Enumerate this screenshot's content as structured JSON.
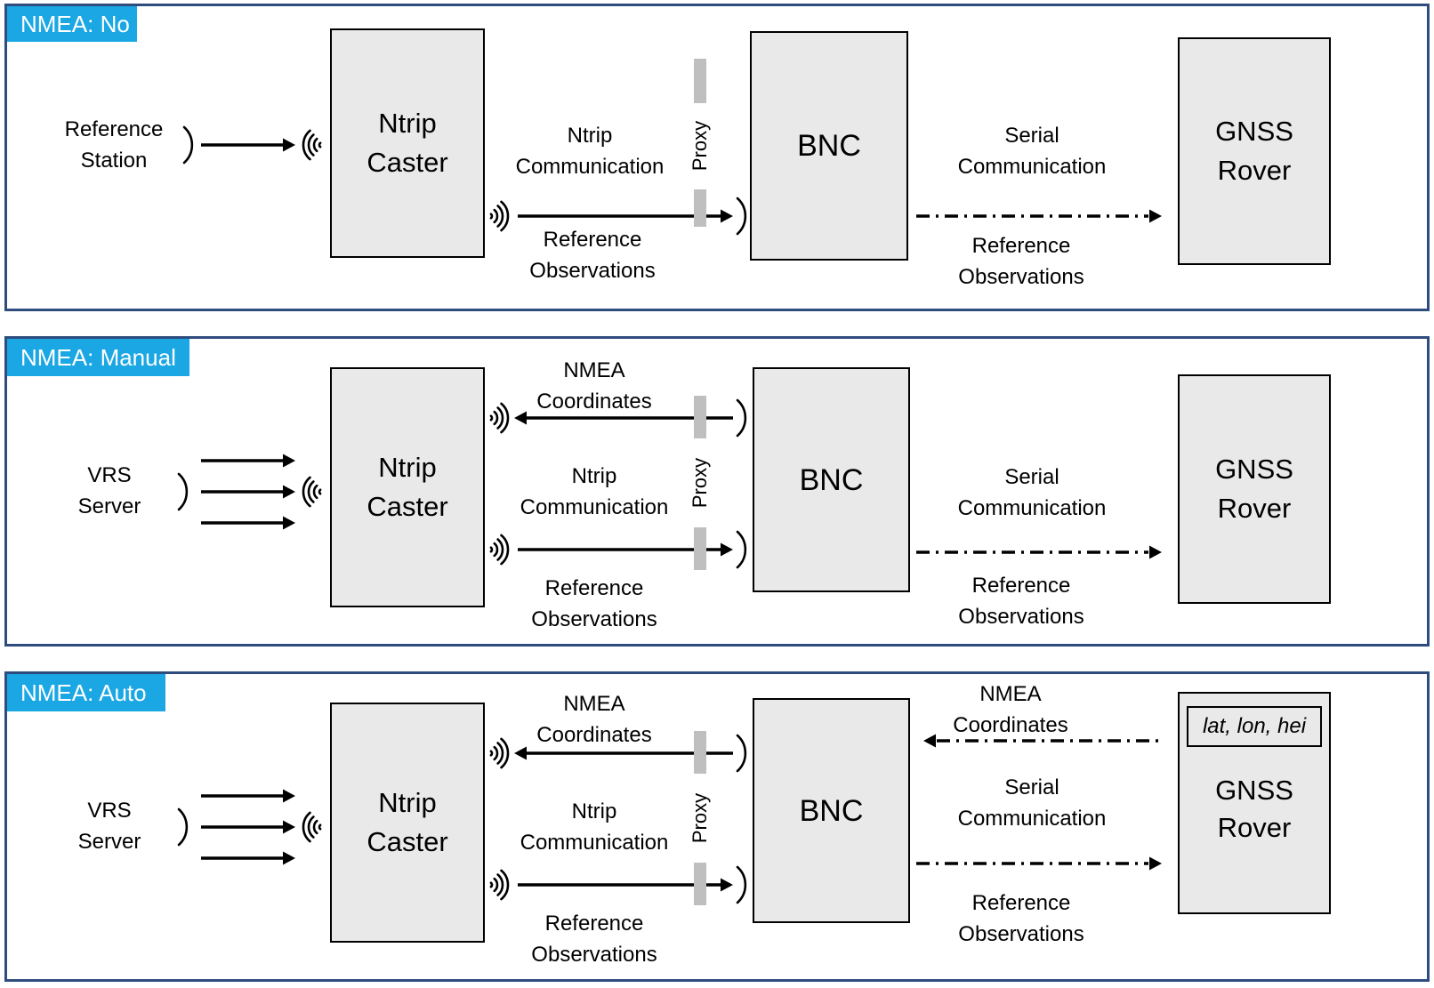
{
  "colors": {
    "badge_bg": "#1BA7E3",
    "badge_text": "#FFFFFF",
    "panel_border": "#2E4D7E",
    "box_fill": "#E9E9E9",
    "box_border": "#000000",
    "proxy_bar": "#BFBFBF",
    "diagram_text": "#000000"
  },
  "panels": [
    {
      "badge": "NMEA: No",
      "source": {
        "line1": "Reference",
        "line2": "Station"
      },
      "caster": {
        "line1": "Ntrip",
        "line2": "Caster"
      },
      "bnc": "BNC",
      "proxy": "Proxy",
      "ntrip_comm": {
        "line1": "Ntrip",
        "line2": "Communication"
      },
      "ref_obs_mid": {
        "line1": "Reference",
        "line2": "Observations"
      },
      "serial": {
        "line1": "Serial",
        "line2": "Communication"
      },
      "ref_obs_right": {
        "line1": "Reference",
        "line2": "Observations"
      },
      "rover": {
        "line1": "GNSS",
        "line2": "Rover"
      }
    },
    {
      "badge": "NMEA: Manual",
      "source": {
        "line1": "VRS",
        "line2": "Server"
      },
      "nmea_mid": {
        "line1": "NMEA",
        "line2": "Coordinates"
      },
      "caster": {
        "line1": "Ntrip",
        "line2": "Caster"
      },
      "bnc": "BNC",
      "proxy": "Proxy",
      "ntrip_comm": {
        "line1": "Ntrip",
        "line2": "Communication"
      },
      "ref_obs_mid": {
        "line1": "Reference",
        "line2": "Observations"
      },
      "serial": {
        "line1": "Serial",
        "line2": "Communication"
      },
      "ref_obs_right": {
        "line1": "Reference",
        "line2": "Observations"
      },
      "rover": {
        "line1": "GNSS",
        "line2": "Rover"
      }
    },
    {
      "badge": "NMEA: Auto",
      "source": {
        "line1": "VRS",
        "line2": "Server"
      },
      "nmea_mid": {
        "line1": "NMEA",
        "line2": "Coordinates"
      },
      "caster": {
        "line1": "Ntrip",
        "line2": "Caster"
      },
      "bnc": "BNC",
      "proxy": "Proxy",
      "ntrip_comm": {
        "line1": "Ntrip",
        "line2": "Communication"
      },
      "ref_obs_mid": {
        "line1": "Reference",
        "line2": "Observations"
      },
      "nmea_right": {
        "line1": "NMEA",
        "line2": "Coordinates"
      },
      "serial": {
        "line1": "Serial",
        "line2": "Communication"
      },
      "ref_obs_right": {
        "line1": "Reference",
        "line2": "Observations"
      },
      "rover": {
        "line1": "GNSS",
        "line2": "Rover"
      },
      "rover_inner": "lat, lon, hei"
    }
  ]
}
